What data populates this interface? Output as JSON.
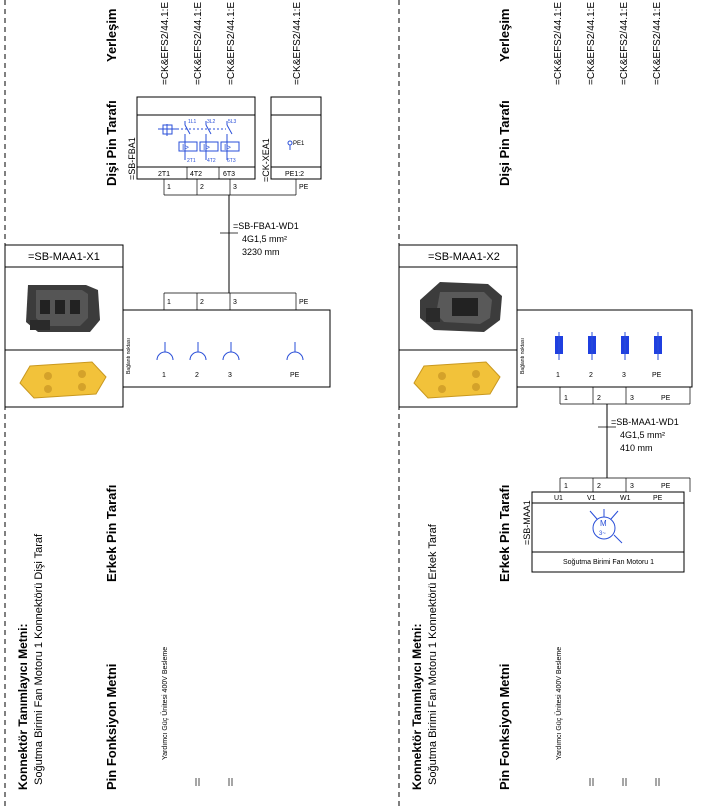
{
  "headers": {
    "yerlesim": "Yerleşim",
    "disi_pin": "Dişi Pin Tarafı",
    "erkek_pin": "Erkek Pin Tarafı",
    "pin_fonksiyon": "Pin Fonksiyon Metni",
    "konnektor_label": "Konnektör Tanımlayıcı Metni:"
  },
  "left": {
    "placements": [
      "=CK&EFS2/44.1:E",
      "=CK&EFS2/44.1:E",
      "=CK&EFS2/44.1:E",
      "=CK&EFS2/44.1:E"
    ],
    "device1": {
      "tag": "=SB-FBA1",
      "pins": [
        "2T1",
        "4T2",
        "6T3"
      ],
      "sub_labels": [
        "1L1",
        "3L2",
        "5L3"
      ],
      "low_labels": [
        "2T1",
        "4T2",
        "6T3"
      ],
      "wire_numbers": [
        "1",
        "2",
        "3"
      ]
    },
    "device2": {
      "tag": "=CK-XEA1",
      "pe_label": "PE1",
      "pin": "PE1:2",
      "wire_number": "PE"
    },
    "cable": {
      "tag": "=SB-FBA1-WD1",
      "spec": "4G1,5 mm²",
      "length": "3230 mm"
    },
    "connector": {
      "tag": "=SB-MAA1-X1",
      "side_text": "Bağlantı noktası",
      "top_numbers": [
        "1",
        "2",
        "3",
        "PE"
      ],
      "pins": [
        "1",
        "2",
        "3",
        "PE"
      ]
    },
    "description": "Soğutma Birimi Fan Motoru 1 Konnektörü Dişi Taraf",
    "function_text": "Yardımcı Güç Ünitesi 400V Besleme"
  },
  "right": {
    "placements": [
      "=CK&EFS2/44.1:E",
      "=CK&EFS2/44.1:E",
      "=CK&EFS2/44.1:E",
      "=CK&EFS2/44.1:E"
    ],
    "connector": {
      "tag": "=SB-MAA1-X2",
      "side_text": "Bağlantı noktası",
      "pins": [
        "1",
        "2",
        "3",
        "PE"
      ],
      "bottom_numbers": [
        "1",
        "2",
        "3",
        "PE"
      ]
    },
    "cable": {
      "tag": "=SB-MAA1-WD1",
      "spec": "4G1,5 mm²",
      "length": "410 mm"
    },
    "motor": {
      "tag": "=SB-MAA1",
      "wire_numbers": [
        "1",
        "2",
        "3",
        "PE"
      ],
      "terminals": [
        "U1",
        "V1",
        "W1",
        "PE"
      ],
      "symbol_letter": "M",
      "symbol_phase": "3~",
      "name": "Soğutma Birimi Fan Motoru 1"
    },
    "description": "Soğutma Birimi Fan Motoru 1 Konnektörü Erkek Taraf",
    "function_text": "Yardımcı Güç Ünitesi 400V Besleme"
  },
  "colors": {
    "symbol_blue": "#2a4fd8",
    "plug_body": "#3c3c3c",
    "seal_yellow": "#f2c23a"
  }
}
